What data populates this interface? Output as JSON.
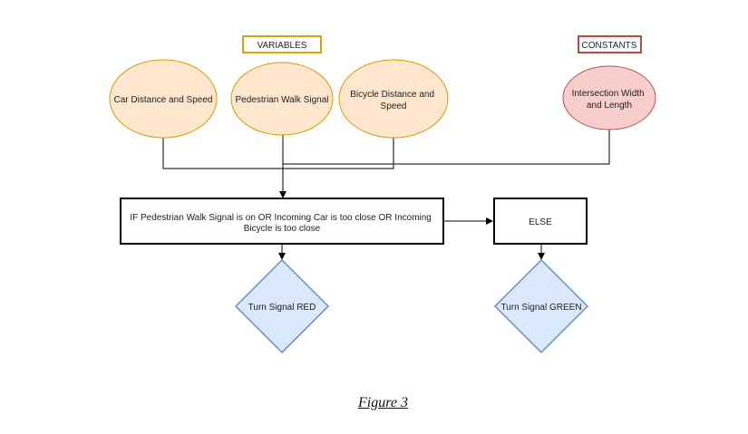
{
  "labels": {
    "variables": "VARIABLES",
    "constants": "CONSTANTS"
  },
  "nodes": {
    "car": [
      "Car Distance and Speed"
    ],
    "pedestrian": [
      "Pedestrian Walk Signal"
    ],
    "bicycle": [
      "Bicycle Distance and",
      "Speed"
    ],
    "intersection": [
      "Intersection Width",
      "and Length"
    ],
    "condition": [
      "IF Pedestrian Walk Signal is on OR Incoming Car is too close OR Incoming",
      "Bicycle is too close"
    ],
    "else": [
      "ELSE"
    ],
    "red": [
      "Turn Signal RED"
    ],
    "green": [
      "Turn Signal GREEN"
    ]
  },
  "caption": "Figure 3",
  "colors": {
    "variable_fill": "#ffe6cc",
    "variable_stroke": "#d79b00",
    "constant_fill": "#f8cecc",
    "constant_stroke": "#b85450",
    "decision_fill": "#dae8fc",
    "decision_stroke": "#6c8ebf",
    "box_stroke": "#000000",
    "variables_label_stroke": "#d6a30f",
    "constants_label_stroke": "#b84a4a"
  }
}
